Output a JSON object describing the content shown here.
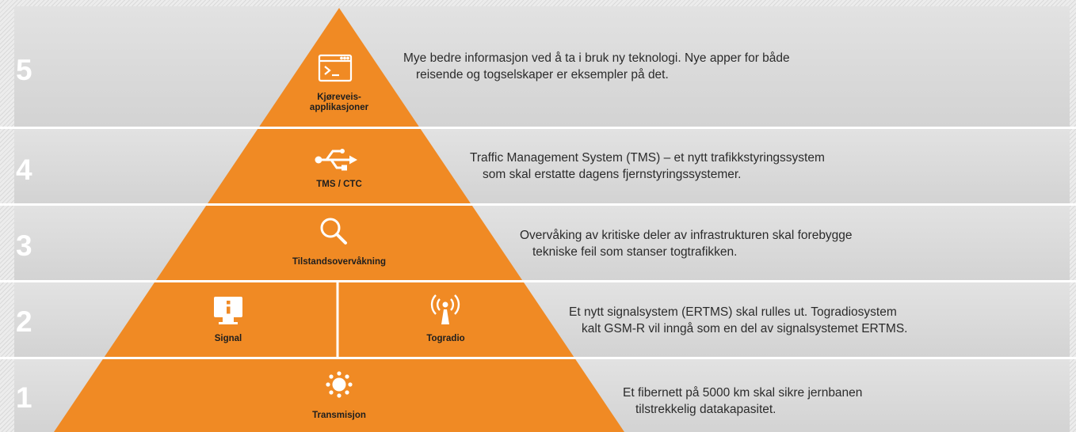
{
  "colors": {
    "pyramid": "#f08a24",
    "band": "#d9d9d9",
    "number": "#ffffff"
  },
  "levels": [
    {
      "number": "5",
      "icon": "terminal-window-icon",
      "label_line1": "Kjøreveis-",
      "label_line2": "applikasjoner",
      "desc_line1": "Mye bedre informasjon ved å ta i bruk ny teknologi. Nye apper for både",
      "desc_line2": "reisende og togselskaper er eksempler på det."
    },
    {
      "number": "4",
      "icon": "usb-icon",
      "label": "TMS / CTC",
      "desc_line1": "Traffic Management System (TMS) – et nytt trafikkstyringssystem",
      "desc_line2": "som skal erstatte dagens fjernstyringssystemer."
    },
    {
      "number": "3",
      "icon": "magnifier-icon",
      "label": "Tilstandsovervåkning",
      "desc_line1": "Overvåking av kritiske deler av infrastrukturen skal forebygge",
      "desc_line2": "tekniske feil som stanser togtrafikken."
    },
    {
      "number": "2",
      "left": {
        "icon": "signal-monitor-icon",
        "label": "Signal"
      },
      "right": {
        "icon": "radio-antenna-icon",
        "label": "Togradio"
      },
      "desc_line1": "Et nytt signalsystem (ERTMS) skal rulles ut. Togradiosystem",
      "desc_line2": "kalt GSM-R vil inngå som en del av signalsystemet ERTMS."
    },
    {
      "number": "1",
      "icon": "sun-network-icon",
      "label": "Transmisjon",
      "desc_line1": "Et fibernett på 5000 km skal sikre jernbanen",
      "desc_line2": "tilstrekkelig datakapasitet."
    }
  ]
}
